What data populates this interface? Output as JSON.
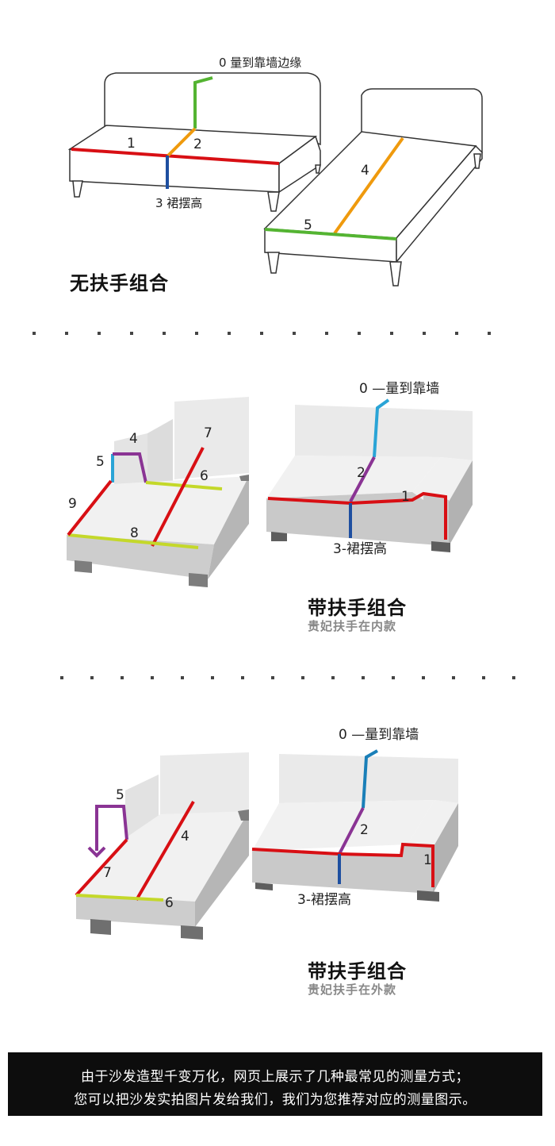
{
  "section1": {
    "heading": "无扶手组合",
    "label_0": "0 量到靠墙边缘",
    "label_1": "1",
    "label_2": "2",
    "label_3": "3 裙摆高",
    "label_4": "4",
    "label_5": "5"
  },
  "section2": {
    "heading": "带扶手组合",
    "subheading": "贵妃扶手在内款",
    "left": {
      "n4": "4",
      "n5": "5",
      "n6": "6",
      "n7": "7",
      "n8": "8",
      "n9": "9"
    },
    "right": {
      "label_0": "0 —量到靠墙",
      "n1": "1",
      "n2": "2",
      "label_3": "3-裙摆高"
    }
  },
  "section3": {
    "heading": "带扶手组合",
    "subheading": "贵妃扶手在外款",
    "left": {
      "n4": "4",
      "n5": "5",
      "n6": "6",
      "n7": "7"
    },
    "right": {
      "label_0": "0 —量到靠墙",
      "n1": "1",
      "n2": "2",
      "label_3": "3-裙摆高"
    }
  },
  "footer": {
    "line1": "由于沙发造型千变万化，网页上展示了几种最常见的测量方式；",
    "line2": "您可以把沙发实拍图片发给我们，我们为您推荐对应的测量图示。"
  },
  "colors": {
    "red": "#d80f14",
    "green": "#54b432",
    "orange": "#ef9a0d",
    "blue": "#1e4fa0",
    "cyan": "#2aa4d6",
    "purple": "#8a3494",
    "yellowgreen": "#c4d82a",
    "sofa_light": "#eeeeee",
    "sofa_mid": "#cfcfcf",
    "sofa_dark": "#b6b6b6",
    "leg": "#8e8e8e",
    "footer_bg": "#0d0d0d"
  }
}
